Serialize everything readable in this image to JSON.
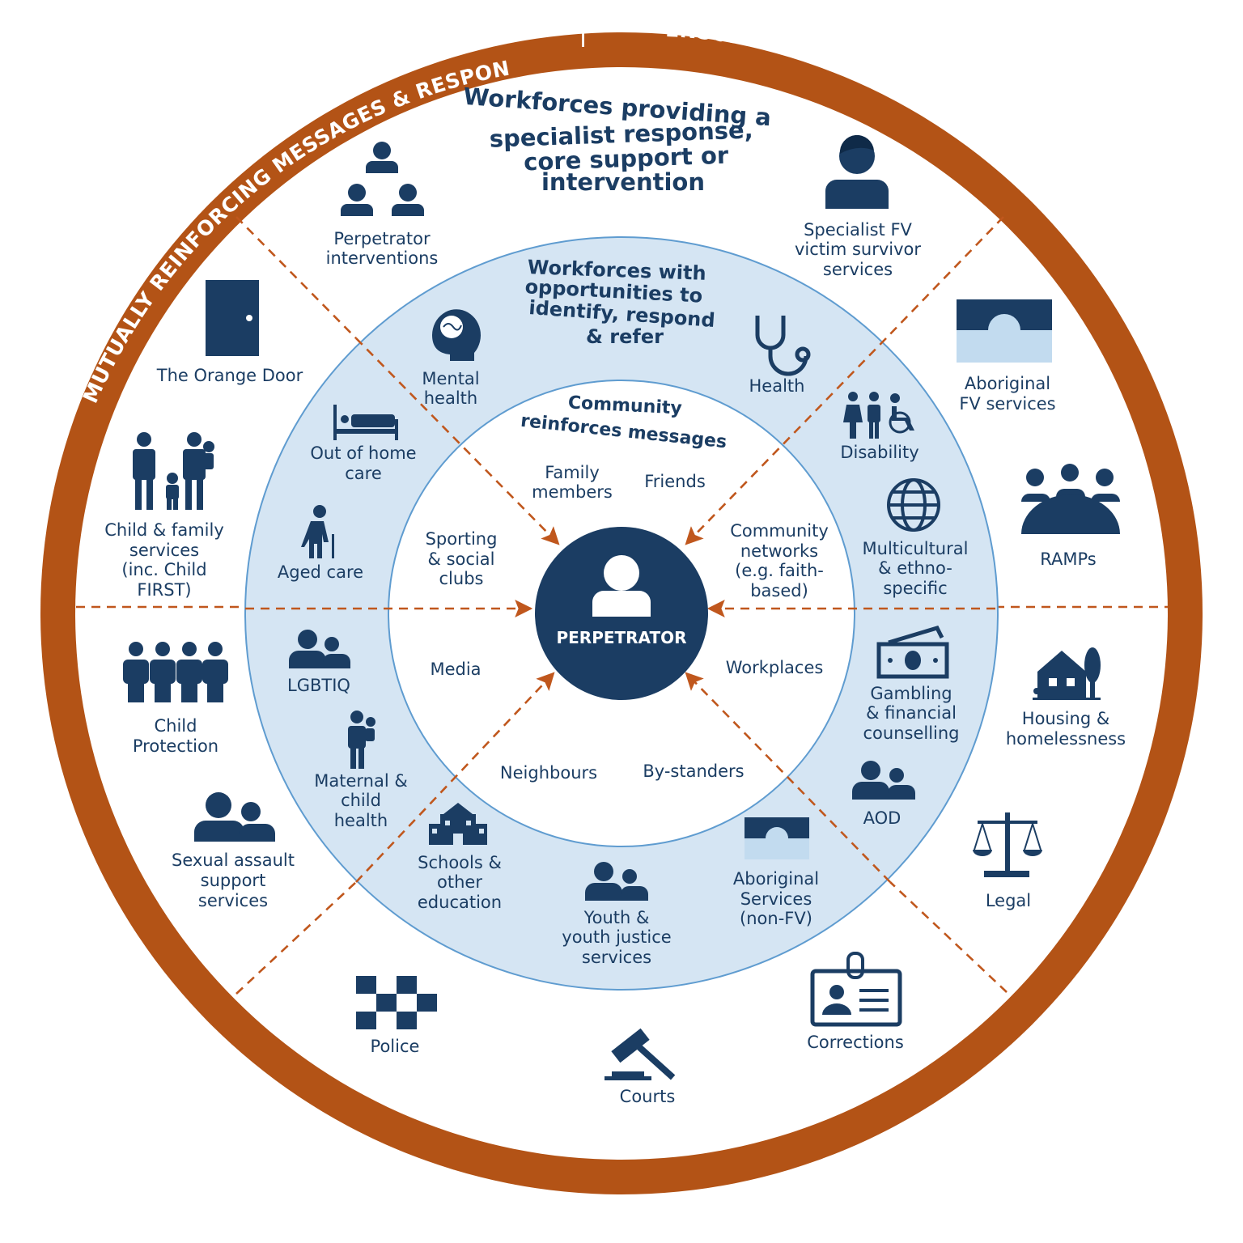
{
  "colors": {
    "outer_ring": "#b35316",
    "middle_ring": "#d5e5f3",
    "middle_ring_border": "#5f9cd0",
    "navy": "#1b3d63",
    "arrow": "#c0571d",
    "light_blue": "#c2dbef"
  },
  "ring": {
    "left_text": "MUTUALLY REINFORCING MESSAGES & RESPONSES",
    "separator": "|",
    "right_text": "ENSURING VICTIM SURVIVOR SAFETY & WELLBEING"
  },
  "outer_header": [
    "Workforces providing a",
    "specialist response,",
    "core support or",
    "intervention"
  ],
  "middle_header": [
    "Workforces with",
    "opportunities to",
    "identify, respond",
    "& refer"
  ],
  "inner_header": [
    "Community",
    "reinforces messages"
  ],
  "center": {
    "label": "PERPETRATOR",
    "icon": "person-icon"
  },
  "outer_items": [
    {
      "lines": [
        "Perpetrator",
        "interventions"
      ],
      "icon": "group-hierarchy-icon"
    },
    {
      "lines": [
        "Specialist FV",
        "victim survivor",
        "services"
      ],
      "icon": "person-icon"
    },
    {
      "lines": [
        "The Orange Door"
      ],
      "icon": "door-icon"
    },
    {
      "lines": [
        "Aboriginal",
        "FV services"
      ],
      "icon": "aboriginal-flag-icon"
    },
    {
      "lines": [
        "Child & family",
        "services",
        "(inc. Child",
        "FIRST)"
      ],
      "icon": "family-icon"
    },
    {
      "lines": [
        "RAMPs"
      ],
      "icon": "meeting-table-icon"
    },
    {
      "lines": [
        "Child",
        "Protection"
      ],
      "icon": "four-people-icon"
    },
    {
      "lines": [
        "Housing &",
        "homelessness"
      ],
      "icon": "house-tree-icon"
    },
    {
      "lines": [
        "Sexual assault",
        "support",
        "services"
      ],
      "icon": "two-people-icon"
    },
    {
      "lines": [
        "Legal"
      ],
      "icon": "scales-icon"
    },
    {
      "lines": [
        "Police"
      ],
      "icon": "chequered-band-icon"
    },
    {
      "lines": [
        "Courts"
      ],
      "icon": "gavel-icon"
    },
    {
      "lines": [
        "Corrections"
      ],
      "icon": "id-badge-icon"
    }
  ],
  "middle_items": [
    {
      "lines": [
        "Mental",
        "health"
      ],
      "icon": "brain-head-icon"
    },
    {
      "lines": [
        "Health"
      ],
      "icon": "stethoscope-icon"
    },
    {
      "lines": [
        "Out of home",
        "care"
      ],
      "icon": "bed-icon"
    },
    {
      "lines": [
        "Disability"
      ],
      "icon": "accessibility-people-icon"
    },
    {
      "lines": [
        "Aged care"
      ],
      "icon": "elderly-person-icon"
    },
    {
      "lines": [
        "Multicultural",
        "& ethno-",
        "specific"
      ],
      "icon": "globe-icon"
    },
    {
      "lines": [
        "LGBTIQ"
      ],
      "icon": "two-people-icon"
    },
    {
      "lines": [
        "Gambling",
        "& financial",
        "counselling"
      ],
      "icon": "money-icon"
    },
    {
      "lines": [
        "Maternal &",
        "child",
        "health"
      ],
      "icon": "parent-child-icon"
    },
    {
      "lines": [
        "AOD"
      ],
      "icon": "two-people-icon"
    },
    {
      "lines": [
        "Schools &",
        "other",
        "education"
      ],
      "icon": "school-icon"
    },
    {
      "lines": [
        "Youth &",
        "youth justice",
        "services"
      ],
      "icon": "two-people-icon"
    },
    {
      "lines": [
        "Aboriginal",
        "Services",
        "(non-FV)"
      ],
      "icon": "aboriginal-flag-icon"
    }
  ],
  "inner_items": [
    {
      "lines": [
        "Family",
        "members"
      ]
    },
    {
      "lines": [
        "Friends"
      ]
    },
    {
      "lines": [
        "Sporting",
        "& social",
        "clubs"
      ]
    },
    {
      "lines": [
        "Community",
        "networks",
        "(e.g. faith-",
        "based)"
      ]
    },
    {
      "lines": [
        "Media"
      ]
    },
    {
      "lines": [
        "Workplaces"
      ]
    },
    {
      "lines": [
        "Neighbours"
      ]
    },
    {
      "lines": [
        "By-standers"
      ]
    }
  ]
}
